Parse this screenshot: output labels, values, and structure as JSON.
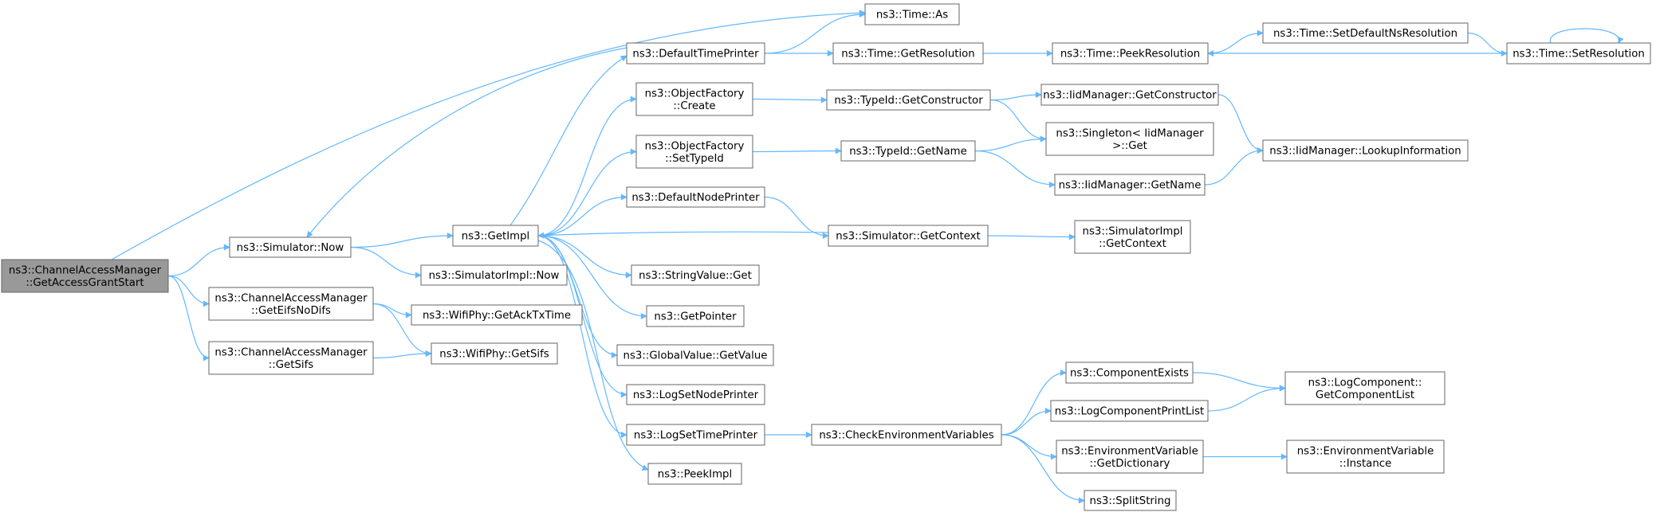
{
  "diagram": {
    "nodes": [
      {
        "id": "root",
        "lines": [
          "ns3::ChannelAccessManager",
          "::GetAccessGrantStart"
        ],
        "highlight": true
      },
      {
        "id": "simnow",
        "lines": [
          "ns3::Simulator::Now"
        ]
      },
      {
        "id": "getEifs",
        "lines": [
          "ns3::ChannelAccessManager",
          "::GetEifsNoDifs"
        ]
      },
      {
        "id": "getSifsCam",
        "lines": [
          "ns3::ChannelAccessManager",
          "::GetSifs"
        ]
      },
      {
        "id": "getimpl",
        "lines": [
          "ns3::GetImpl"
        ]
      },
      {
        "id": "simimplnow",
        "lines": [
          "ns3::SimulatorImpl::Now"
        ]
      },
      {
        "id": "ackTx",
        "lines": [
          "ns3::WifiPhy::GetAckTxTime"
        ]
      },
      {
        "id": "wifiSifs",
        "lines": [
          "ns3::WifiPhy::GetSifs"
        ]
      },
      {
        "id": "dtp",
        "lines": [
          "ns3::DefaultTimePrinter"
        ]
      },
      {
        "id": "ofCreate",
        "lines": [
          "ns3::ObjectFactory",
          "::Create"
        ]
      },
      {
        "id": "ofSet",
        "lines": [
          "ns3::ObjectFactory",
          "::SetTypeId"
        ]
      },
      {
        "id": "dnp",
        "lines": [
          "ns3::DefaultNodePrinter"
        ]
      },
      {
        "id": "strGet",
        "lines": [
          "ns3::StringValue::Get"
        ]
      },
      {
        "id": "getPtr",
        "lines": [
          "ns3::GetPointer"
        ]
      },
      {
        "id": "gvGet",
        "lines": [
          "ns3::GlobalValue::GetValue"
        ]
      },
      {
        "id": "lsnp",
        "lines": [
          "ns3::LogSetNodePrinter"
        ]
      },
      {
        "id": "lstp",
        "lines": [
          "ns3::LogSetTimePrinter"
        ]
      },
      {
        "id": "peek",
        "lines": [
          "ns3::PeekImpl"
        ]
      },
      {
        "id": "timeAs",
        "lines": [
          "ns3::Time::As"
        ]
      },
      {
        "id": "timeGetRes",
        "lines": [
          "ns3::Time::GetResolution"
        ]
      },
      {
        "id": "tidCtor",
        "lines": [
          "ns3::TypeId::GetConstructor"
        ]
      },
      {
        "id": "tidName",
        "lines": [
          "ns3::TypeId::GetName"
        ]
      },
      {
        "id": "simCtx",
        "lines": [
          "ns3::Simulator::GetContext"
        ]
      },
      {
        "id": "cev",
        "lines": [
          "ns3::CheckEnvironmentVariables"
        ]
      },
      {
        "id": "peekRes",
        "lines": [
          "ns3::Time::PeekResolution"
        ]
      },
      {
        "id": "iidCtor",
        "lines": [
          "ns3::IidManager::GetConstructor"
        ]
      },
      {
        "id": "singleton",
        "lines": [
          "ns3::Singleton< IidManager",
          "&gt;::Get"
        ]
      },
      {
        "id": "iidName",
        "lines": [
          "ns3::IidManager::GetName"
        ]
      },
      {
        "id": "simImplCtx",
        "lines": [
          "ns3::SimulatorImpl",
          "::GetContext"
        ]
      },
      {
        "id": "compExists",
        "lines": [
          "ns3::ComponentExists"
        ]
      },
      {
        "id": "lcpl",
        "lines": [
          "ns3::LogComponentPrintList"
        ]
      },
      {
        "id": "envDict",
        "lines": [
          "ns3::EnvironmentVariable",
          "::GetDictionary"
        ]
      },
      {
        "id": "split",
        "lines": [
          "ns3::SplitString"
        ]
      },
      {
        "id": "setDefNs",
        "lines": [
          "ns3::Time::SetDefaultNsResolution"
        ]
      },
      {
        "id": "iidLookup",
        "lines": [
          "ns3::IidManager::LookupInformation"
        ]
      },
      {
        "id": "lcGetList",
        "lines": [
          "ns3::LogComponent::",
          "GetComponentList"
        ]
      },
      {
        "id": "envInst",
        "lines": [
          "ns3::EnvironmentVariable",
          "::Instance"
        ]
      },
      {
        "id": "setRes",
        "lines": [
          "ns3::Time::SetResolution"
        ]
      }
    ]
  },
  "colors": {
    "edge": "#63b8ff",
    "root_fill": "#999999",
    "node_stroke": "#666666"
  }
}
